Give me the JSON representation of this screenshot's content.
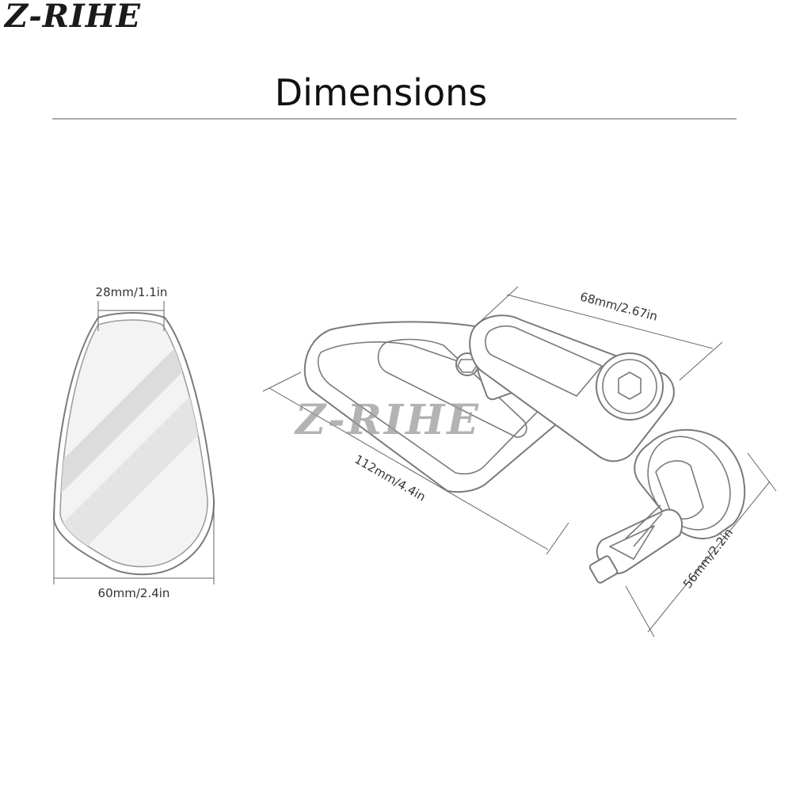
{
  "brand": {
    "logo_text": "Z-RIHE",
    "watermark_text": "Z-RIHE",
    "colors": {
      "logo": "#1a1a1a",
      "watermark": "#9a9a9a"
    }
  },
  "header": {
    "title": "Dimensions"
  },
  "dimensions": {
    "mirror_top_width": "28mm/1.1in",
    "mirror_bottom_width": "60mm/2.4in",
    "bracket_length": "68mm/2.67in",
    "body_length": "112mm/4.4in",
    "mount_height": "56mm/2.2in"
  }
}
